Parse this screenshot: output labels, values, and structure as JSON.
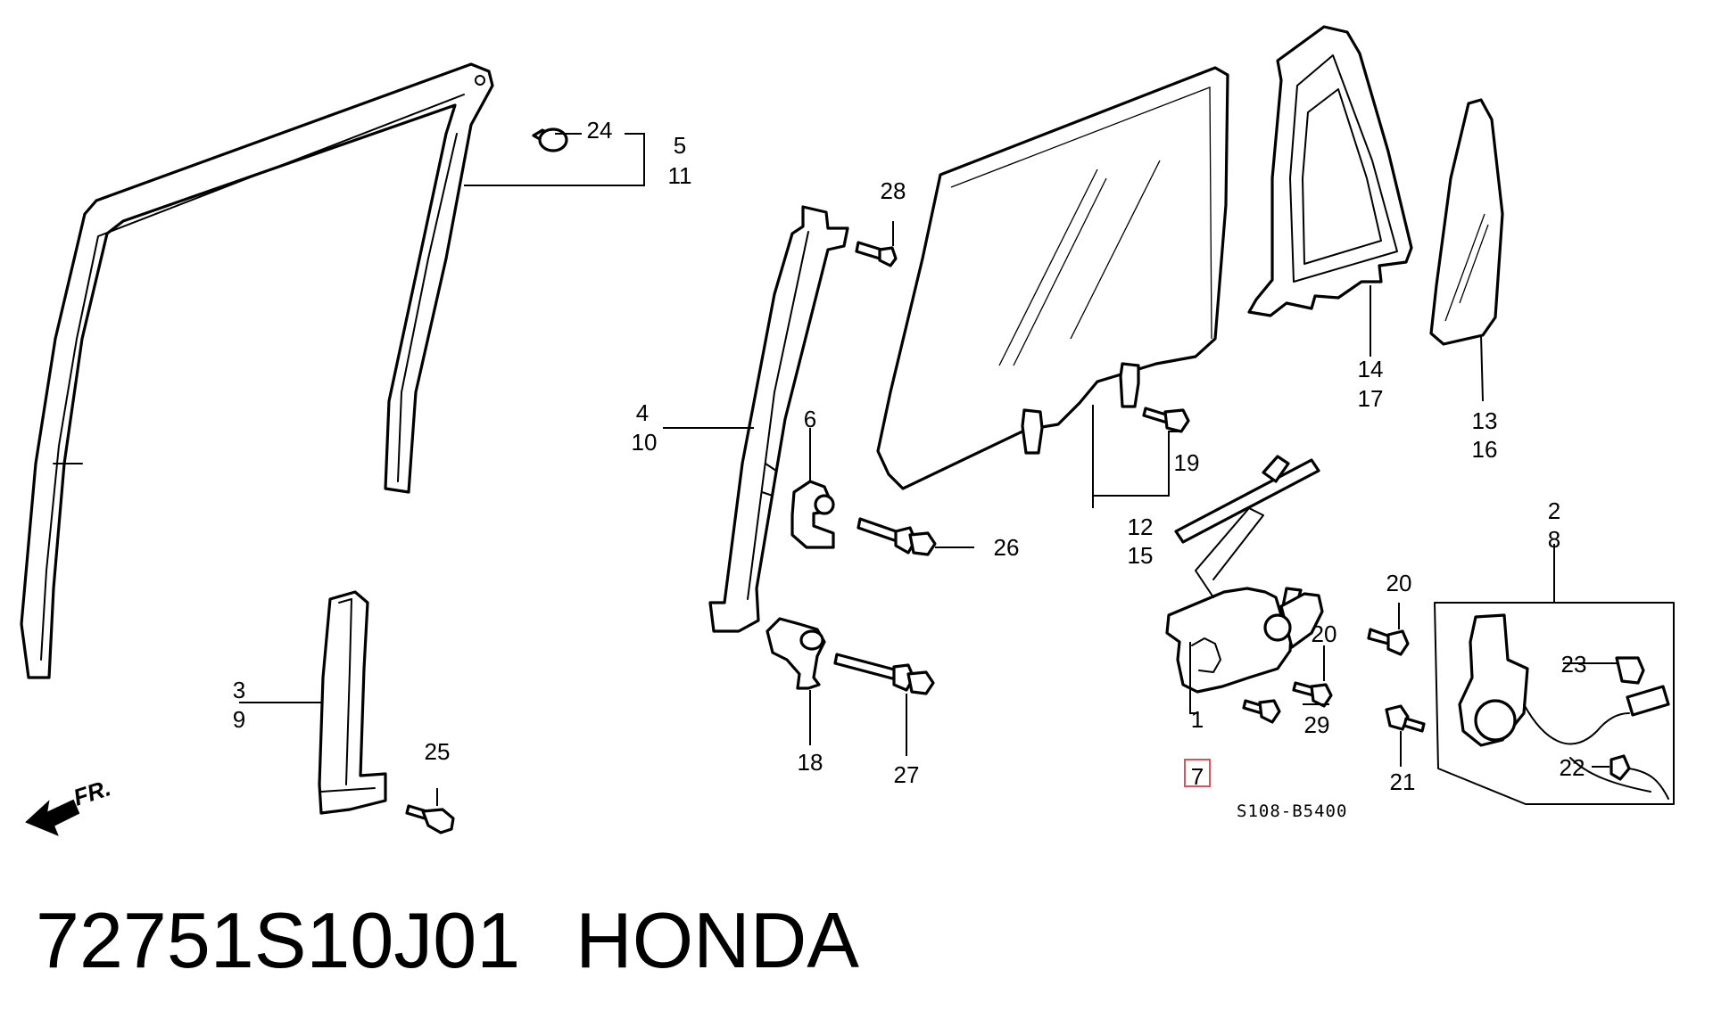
{
  "diagram": {
    "callouts": {
      "c1": "1",
      "c2": "2",
      "c3": "3",
      "c4": "4",
      "c5": "5",
      "c6": "6",
      "c7": "7",
      "c8": "8",
      "c9": "9",
      "c10": "10",
      "c11": "11",
      "c12": "12",
      "c13": "13",
      "c14": "14",
      "c15": "15",
      "c16": "16",
      "c17": "17",
      "c18": "18",
      "c19": "19",
      "c20a": "20",
      "c20b": "20",
      "c21": "21",
      "c22": "22",
      "c23": "23",
      "c24": "24",
      "c25": "25",
      "c26": "26",
      "c27": "27",
      "c28": "28",
      "c29": "29"
    },
    "highlighted_callout": "7",
    "highlight_color": "#e0505a",
    "front_indicator": "FR.",
    "drawing_code": "S108-B5400"
  },
  "footer": {
    "part_number": "72751S10J01",
    "brand": "HONDA"
  }
}
